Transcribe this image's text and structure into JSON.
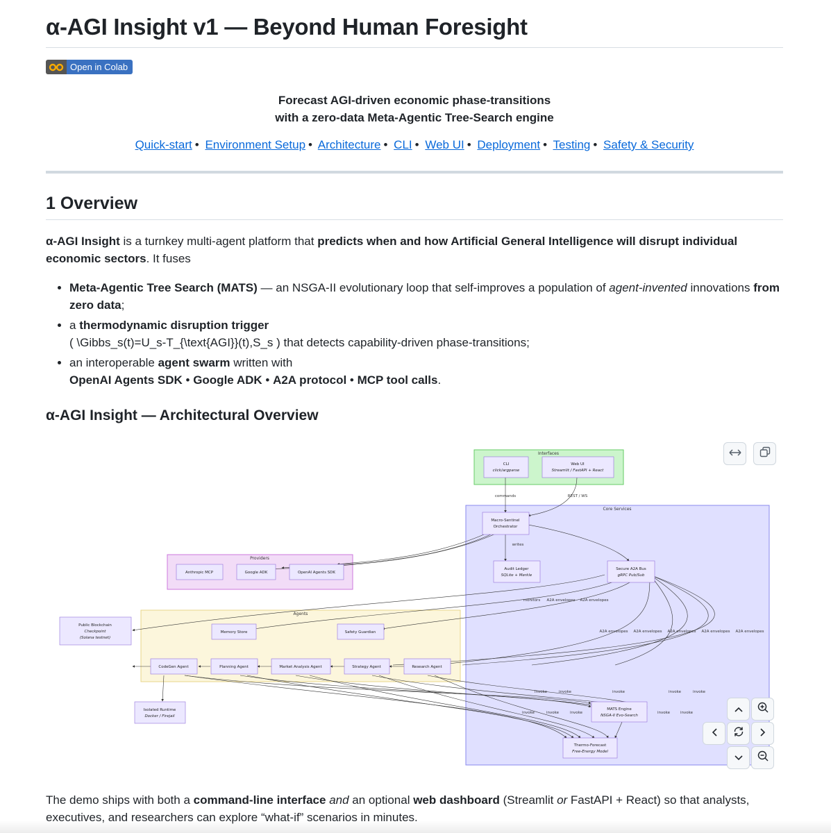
{
  "title": "α-AGI Insight v1 — Beyond Human Foresight",
  "badge": {
    "label": "Open in Colab"
  },
  "tagline": {
    "line1": "Forecast AGI-driven economic phase-transitions",
    "line2": "with a zero-data Meta-Agentic Tree-Search engine"
  },
  "nav": [
    "Quick-start",
    "Environment Setup",
    "Architecture",
    "CLI",
    "Web UI",
    "Deployment",
    "Testing",
    "Safety & Security"
  ],
  "nav_sep": "•",
  "overview": {
    "heading": "1  Overview",
    "intro_b1": "α-AGI Insight",
    "intro_t1": " is a turnkey multi-agent platform that ",
    "intro_b2": "predicts when and how Artificial General Intelligence will disrupt individual economic sectors",
    "intro_t2": ". It fuses",
    "bullet1_b": "Meta-Agentic Tree Search (MATS)",
    "bullet1_t1": " — an NSGA-II evolutionary loop that self-improves a population of ",
    "bullet1_i": "agent-invented",
    "bullet1_t2": " innovations ",
    "bullet1_b2": "from zero data",
    "bullet1_t3": ";",
    "bullet2_t1": "a ",
    "bullet2_b": "thermodynamic disruption trigger",
    "bullet2_formula": "( \\Gibbs_s(t)=U_s-T_{\\text{AGI}}(t),S_s ) that detects capability-driven phase-transitions;",
    "bullet3_t1": "an interoperable ",
    "bullet3_b": "agent swarm",
    "bullet3_t2": " written with",
    "bullet3_list": [
      "OpenAI Agents SDK",
      "Google ADK",
      "A2A protocol",
      "MCP tool calls"
    ],
    "bullet3_end": "."
  },
  "arch_heading": "α-AGI Insight — Architectural Overview",
  "diagram": {
    "groups": {
      "interfaces": "Interfaces",
      "core": "Core Services",
      "providers": "Providers",
      "agents": "Agents"
    },
    "nodes": {
      "cli": [
        "CLI",
        "click/argparse"
      ],
      "webui": [
        "Web UI",
        "Streamlit / FastAPI + React"
      ],
      "orchestrator": [
        "Macro-Sentinel",
        "Orchestrator"
      ],
      "ledger": [
        "Audit Ledger",
        "SQLite + Merkle"
      ],
      "bus": [
        "Secure A2A Bus",
        "gRPC Pub/Sub"
      ],
      "anthropic": [
        "Anthropic MCP"
      ],
      "google": [
        "Google ADK"
      ],
      "openai": [
        "OpenAI Agents SDK"
      ],
      "blockchain": [
        "Public Blockchain",
        "Checkpoint",
        "(Solana testnet)"
      ],
      "memory": [
        "Memory Store"
      ],
      "safety": [
        "Safety Guardian"
      ],
      "codegen": [
        "CodeGen Agent"
      ],
      "planning": [
        "Planning Agent"
      ],
      "market": [
        "Market Analysis Agent"
      ],
      "strategy": [
        "Strategy Agent"
      ],
      "research": [
        "Research Agent"
      ],
      "runtime": [
        "Isolated Runtime",
        "Docker / Firejail"
      ],
      "mats": [
        "MATS Engine",
        "NSGA-II Evo-Search"
      ],
      "thermo": [
        "Thermo-Forecast",
        "Free-Energy Model"
      ]
    },
    "edge_labels": {
      "commands": "commands",
      "rest": "REST / WS",
      "writes": "writes",
      "monitors": "monitors",
      "a2a": "A2A envelopes",
      "invoke": "invoke"
    }
  },
  "closing": {
    "t1": "The demo ships with both a ",
    "b1": "command-line interface",
    "i1": "and",
    "t2": " an optional ",
    "b2": "web dashboard",
    "t3": " (Streamlit ",
    "i2": "or",
    "t4": " FastAPI + React) so that analysts, executives, and researchers can explore “what-if” scenarios in minutes."
  }
}
